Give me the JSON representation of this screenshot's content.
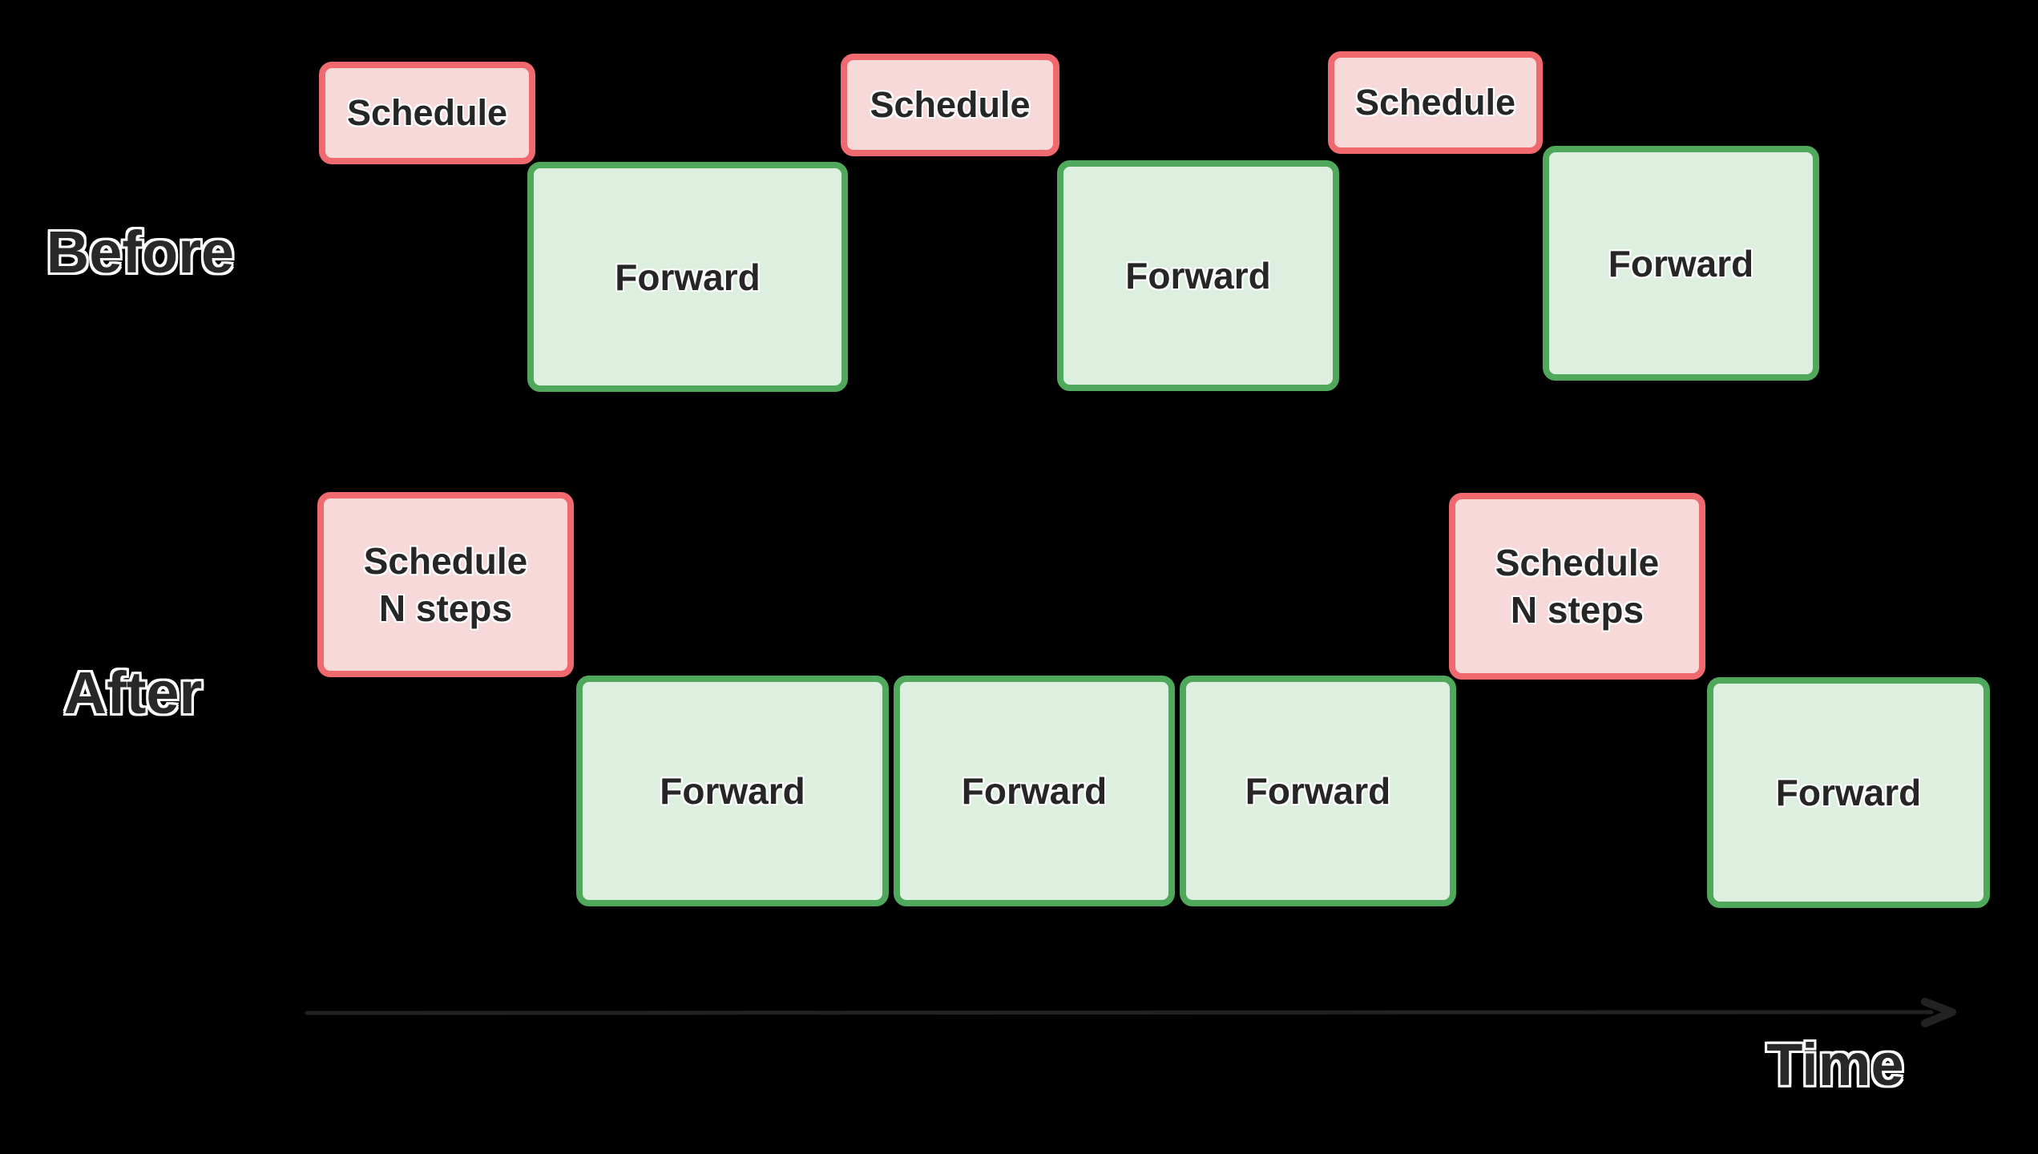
{
  "theme": {
    "background": "#000000",
    "schedule-fill": "#f8d9da",
    "schedule-border": "#f0696e",
    "forward-fill": "#ddefde",
    "forward-border": "#50a85c",
    "box-text": "#262626",
    "label-text": "#282828",
    "label-outline": "#ffffff",
    "arrow-color": "#222222"
  },
  "rows": [
    {
      "label": "Before",
      "boxes": [
        {
          "type": "schedule",
          "label": "Schedule"
        },
        {
          "type": "forward",
          "label": "Forward"
        },
        {
          "type": "schedule",
          "label": "Schedule"
        },
        {
          "type": "forward",
          "label": "Forward"
        },
        {
          "type": "schedule",
          "label": "Schedule"
        },
        {
          "type": "forward",
          "label": "Forward"
        }
      ]
    },
    {
      "label": "After",
      "boxes": [
        {
          "type": "schedule",
          "label": "Schedule\nN steps"
        },
        {
          "type": "forward",
          "label": "Forward"
        },
        {
          "type": "forward",
          "label": "Forward"
        },
        {
          "type": "forward",
          "label": "Forward"
        },
        {
          "type": "schedule",
          "label": "Schedule\nN steps"
        },
        {
          "type": "forward",
          "label": "Forward"
        }
      ]
    }
  ],
  "timeline": {
    "label": "Time"
  }
}
